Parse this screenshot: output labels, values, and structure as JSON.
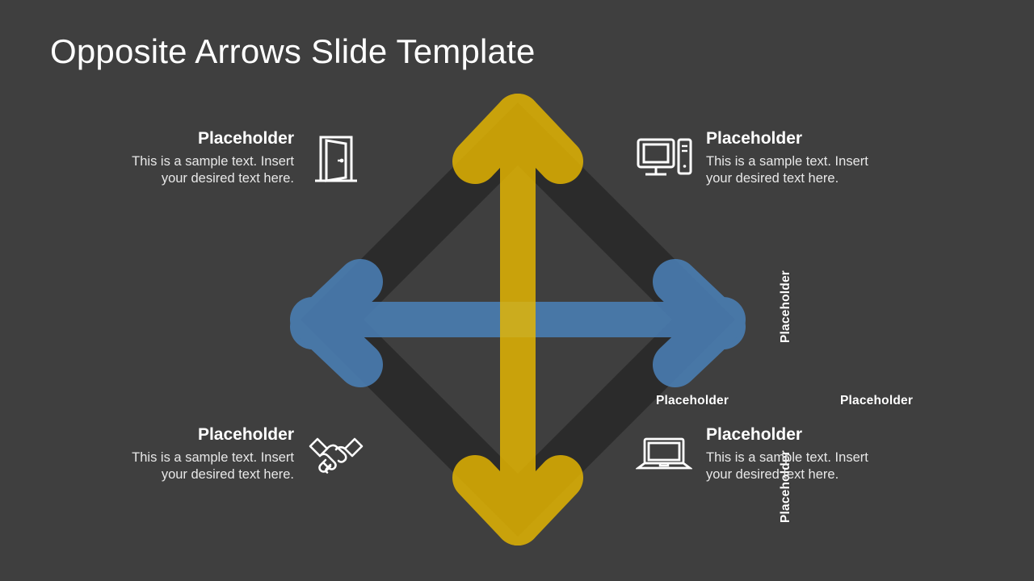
{
  "slide": {
    "title": "Opposite Arrows Slide Template",
    "background_color": "#3f3f3f",
    "accent_blue": "#4a7fb5",
    "accent_yellow": "#f2c014",
    "diamond_color": "#2b2b2b"
  },
  "diagram": {
    "arrows": [
      {
        "id": "up",
        "label": "Placeholder",
        "color": "#f2c014",
        "direction": "up",
        "orientation": "vertical"
      },
      {
        "id": "down",
        "label": "Placeholder",
        "color": "#f2c014",
        "direction": "down",
        "orientation": "vertical"
      },
      {
        "id": "left",
        "label": "Placeholder",
        "color": "#4a7fb5",
        "direction": "left",
        "orientation": "horizontal"
      },
      {
        "id": "right",
        "label": "Placeholder",
        "color": "#4a7fb5",
        "direction": "right",
        "orientation": "horizontal"
      }
    ]
  },
  "blocks": {
    "top_left": {
      "heading": "Placeholder",
      "body": "This is a sample text. Insert your desired text here.",
      "icon": "open-door-icon"
    },
    "top_right": {
      "heading": "Placeholder",
      "body": "This is a sample text. Insert your desired text here.",
      "icon": "desktop-computer-icon"
    },
    "bottom_left": {
      "heading": "Placeholder",
      "body": "This is a sample text. Insert your desired text here.",
      "icon": "handshake-icon"
    },
    "bottom_right": {
      "heading": "Placeholder",
      "body": "This is a sample text. Insert your desired text here.",
      "icon": "laptop-icon"
    }
  }
}
